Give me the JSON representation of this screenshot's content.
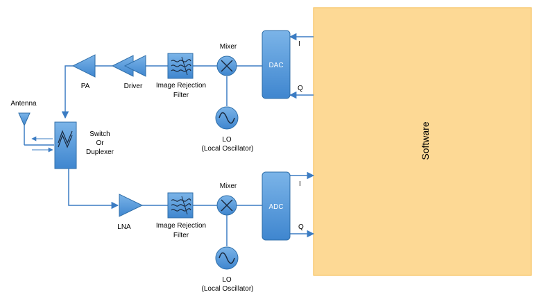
{
  "software": {
    "label": "Software",
    "fill": "#fdd995",
    "stroke": "#f5b94a"
  },
  "colors": {
    "block": "#4a8fd4",
    "block_stroke": "#2f6ea8",
    "wire": "#3b7cc3",
    "gradient_top": "#7bb4e8"
  },
  "tx_chain": {
    "pa": "PA",
    "driver": "Driver",
    "filter": [
      "Image Rejection",
      "Filter"
    ],
    "mixer": "Mixer",
    "lo": [
      "LO",
      "(Local Oscillator)"
    ],
    "converter": "DAC",
    "i": "I",
    "q": "Q"
  },
  "rx_chain": {
    "lna": "LNA",
    "filter": [
      "Image Rejection",
      "Filter"
    ],
    "mixer": "Mixer",
    "lo": [
      "LO",
      "(Local Oscillator)"
    ],
    "converter": "ADC",
    "i": "I",
    "q": "Q"
  },
  "antenna": "Antenna",
  "switch": [
    "Switch",
    "Or",
    "Duplexer"
  ]
}
